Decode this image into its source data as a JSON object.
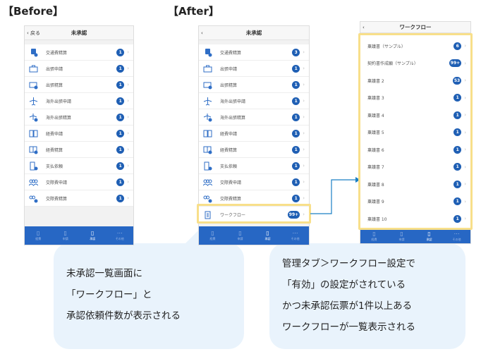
{
  "labels": {
    "before": "【Before】",
    "after": "【After】"
  },
  "colors": {
    "accent": "#1f5fb4",
    "highlight": "#f8df8a",
    "bubble": "#e9f3fc"
  },
  "pending": {
    "title": "未承認",
    "back": "戻る",
    "items": [
      {
        "label": "交通費精算",
        "icon": "train-icon",
        "before": "1",
        "after": "3"
      },
      {
        "label": "出張申請",
        "icon": "briefcase-icon",
        "before": "1",
        "after": "1"
      },
      {
        "label": "出張精算",
        "icon": "briefcase-settle-icon",
        "before": "1",
        "after": "1"
      },
      {
        "label": "海外出張申請",
        "icon": "airplane-icon",
        "before": "1",
        "after": "1"
      },
      {
        "label": "海外出張精算",
        "icon": "airplane-settle-icon",
        "before": "1",
        "after": "1"
      },
      {
        "label": "経費申請",
        "icon": "book-icon",
        "before": "1",
        "after": "1"
      },
      {
        "label": "経費精算",
        "icon": "book-settle-icon",
        "before": "1",
        "after": "1"
      },
      {
        "label": "支払依頼",
        "icon": "invoice-icon",
        "before": "1",
        "after": "1"
      },
      {
        "label": "交際費申請",
        "icon": "people-icon",
        "before": "1",
        "after": "1"
      },
      {
        "label": "交際費精算",
        "icon": "people-settle-icon",
        "before": "1",
        "after": "1"
      }
    ],
    "workflow": {
      "label": "ワークフロー",
      "badge": "99+",
      "icon": "clipboard-icon"
    }
  },
  "tabs": [
    {
      "label": "経費"
    },
    {
      "label": "申請"
    },
    {
      "label": "承認"
    },
    {
      "label": "その他"
    }
  ],
  "workflow_screen": {
    "title": "ワークフロー",
    "items": [
      {
        "label": "稟議書（サンプル）",
        "badge": "6"
      },
      {
        "label": "契約書作成願（サンプル）",
        "badge": "99+"
      },
      {
        "label": "稟議書 2",
        "badge": "53"
      },
      {
        "label": "稟議書 3",
        "badge": "1"
      },
      {
        "label": "稟議書 4",
        "badge": "1"
      },
      {
        "label": "稟議書 5",
        "badge": "1"
      },
      {
        "label": "稟議書 6",
        "badge": "1"
      },
      {
        "label": "稟議書 7",
        "badge": "1"
      },
      {
        "label": "稟議書 8",
        "badge": "1"
      },
      {
        "label": "稟議書 9",
        "badge": "1"
      },
      {
        "label": "稟議書 10",
        "badge": "1"
      }
    ]
  },
  "callouts": {
    "left": [
      "未承認一覧画面に",
      "「ワークフロー」と",
      "承認依頼件数が表示される"
    ],
    "right": [
      "管理タブ＞ワークフロー設定で",
      "「有効」の設定がされている",
      "かつ未承認伝票が1件以上ある",
      "ワークフローが一覧表示される"
    ]
  }
}
